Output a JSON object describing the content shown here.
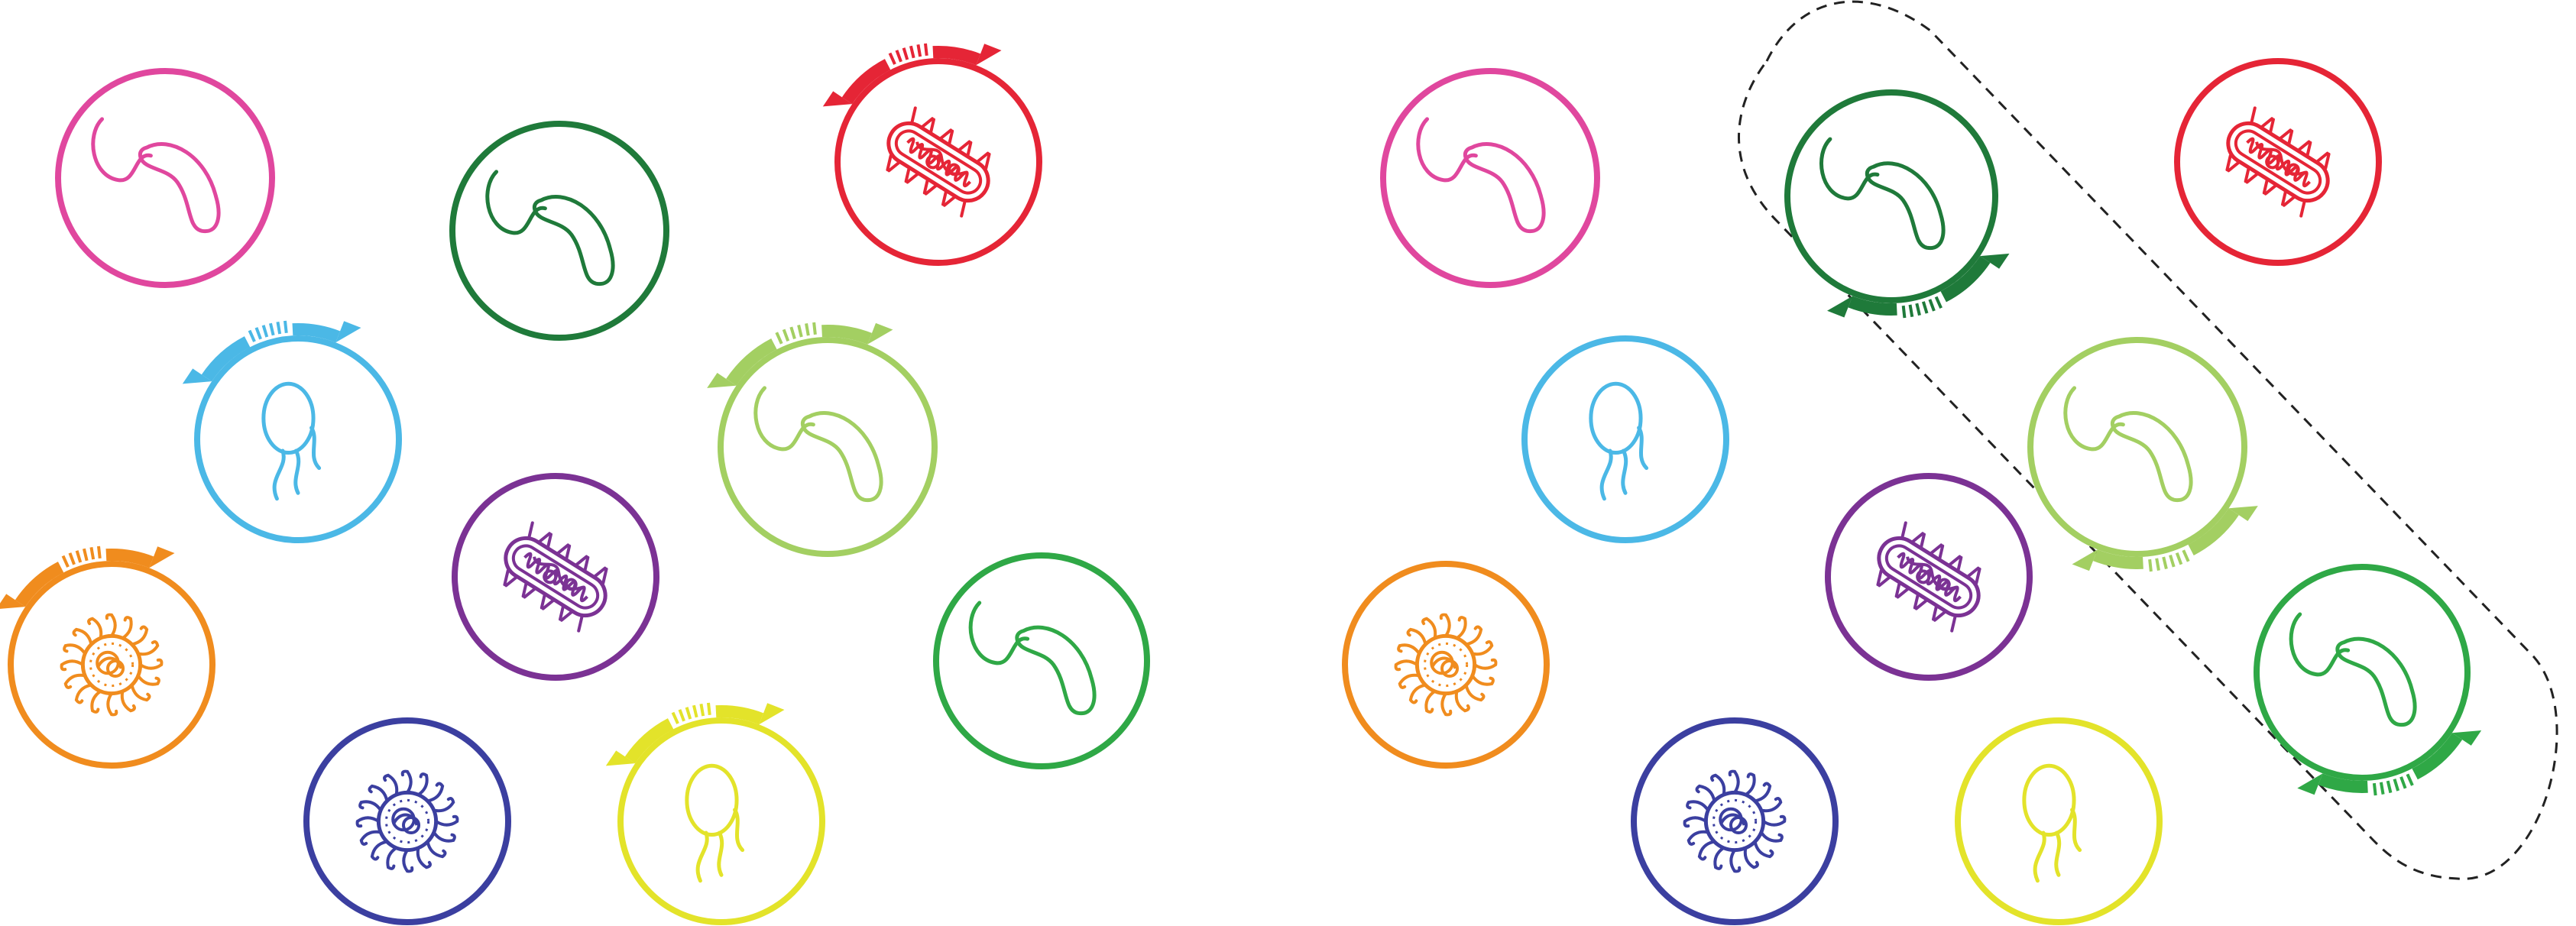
{
  "title": "",
  "colors": {
    "pink": "#e0479e",
    "dark_green": "#1f7a3a",
    "red": "#e52536",
    "sky_blue": "#4bb8e6",
    "lime": "#a3cf62",
    "purple": "#7b3294",
    "orange": "#f08c1e",
    "mid_green": "#2fa846",
    "indigo": "#3b3fa0",
    "yellow": "#e3e32a",
    "group_outline": "#222222"
  },
  "panels": [
    {
      "name": "left",
      "cells": [
        {
          "color": "pink",
          "icon": "vibrio-bacterium-icon",
          "signals": []
        },
        {
          "color": "dark_green",
          "icon": "vibrio-bacterium-icon",
          "signals": []
        },
        {
          "color": "red",
          "icon": "rod-bacterium-icon",
          "signals": [
            "left-top"
          ]
        },
        {
          "color": "sky_blue",
          "icon": "flagellated-cell-icon",
          "signals": [
            "left-top"
          ]
        },
        {
          "color": "lime",
          "icon": "vibrio-bacterium-icon",
          "signals": [
            "left-top"
          ]
        },
        {
          "color": "purple",
          "icon": "rod-bacterium-icon",
          "signals": []
        },
        {
          "color": "orange",
          "icon": "coccus-fimbriae-icon",
          "signals": [
            "left-top"
          ]
        },
        {
          "color": "mid_green",
          "icon": "vibrio-bacterium-icon",
          "signals": []
        },
        {
          "color": "indigo",
          "icon": "coccus-fimbriae-icon",
          "signals": []
        },
        {
          "color": "yellow",
          "icon": "flagellated-cell-icon",
          "signals": [
            "left-top"
          ]
        }
      ]
    },
    {
      "name": "right",
      "cells": [
        {
          "color": "pink",
          "icon": "vibrio-bacterium-icon",
          "signals": []
        },
        {
          "color": "dark_green",
          "icon": "vibrio-bacterium-icon",
          "signals": [
            "right-bottom"
          ]
        },
        {
          "color": "red",
          "icon": "rod-bacterium-icon",
          "signals": []
        },
        {
          "color": "sky_blue",
          "icon": "flagellated-cell-icon",
          "signals": []
        },
        {
          "color": "lime",
          "icon": "vibrio-bacterium-icon",
          "signals": [
            "right-bottom"
          ]
        },
        {
          "color": "purple",
          "icon": "rod-bacterium-icon",
          "signals": []
        },
        {
          "color": "orange",
          "icon": "coccus-fimbriae-icon",
          "signals": []
        },
        {
          "color": "mid_green",
          "icon": "vibrio-bacterium-icon",
          "signals": [
            "right-bottom"
          ]
        },
        {
          "color": "indigo",
          "icon": "coccus-fimbriae-icon",
          "signals": []
        },
        {
          "color": "yellow",
          "icon": "flagellated-cell-icon",
          "signals": []
        }
      ],
      "grouped_cells": [
        "dark_green",
        "lime",
        "mid_green"
      ]
    }
  ]
}
